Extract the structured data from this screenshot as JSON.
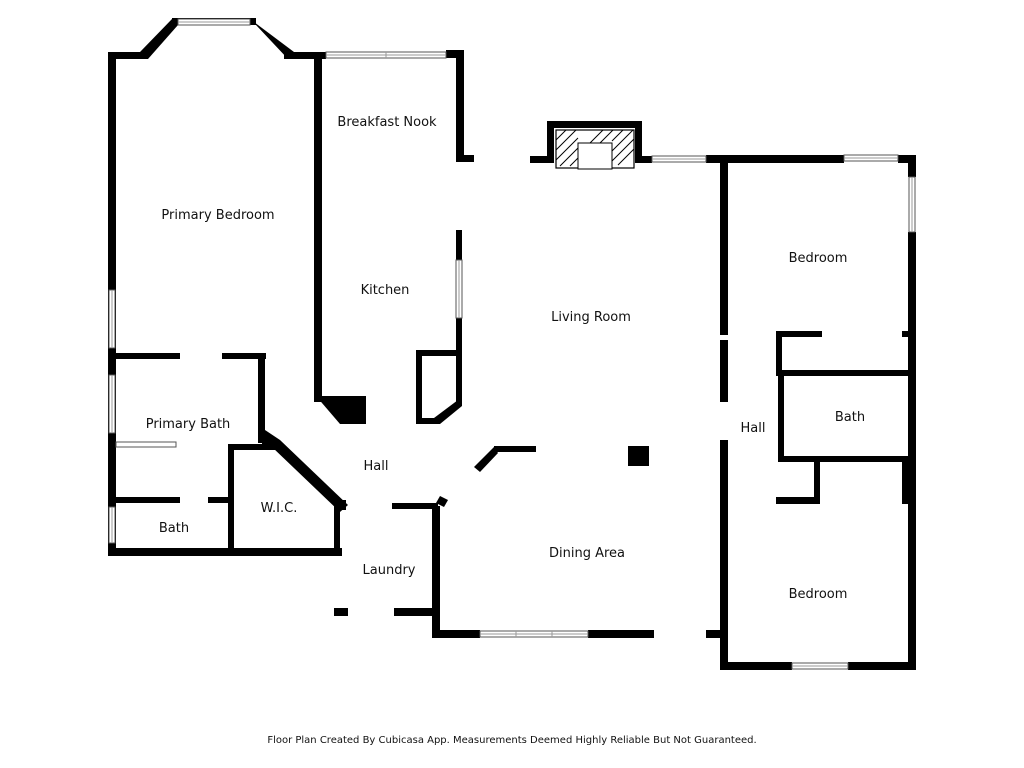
{
  "rooms": {
    "primary_bedroom": "Primary Bedroom",
    "breakfast_nook": "Breakfast Nook",
    "kitchen": "Kitchen",
    "living_room": "Living Room",
    "bedroom_top": "Bedroom",
    "bedroom_bottom": "Bedroom",
    "primary_bath": "Primary Bath",
    "bath_left": "Bath",
    "wic": "W.I.C.",
    "hall_center": "Hall",
    "hall_right": "Hall",
    "bath_right": "Bath",
    "laundry": "Laundry",
    "dining_area": "Dining Area"
  },
  "footer": {
    "disclaimer": "Floor Plan Created By Cubicasa App. Measurements Deemed Highly Reliable But Not Guaranteed."
  },
  "colors": {
    "wall": "#000000",
    "background": "#ffffff"
  }
}
